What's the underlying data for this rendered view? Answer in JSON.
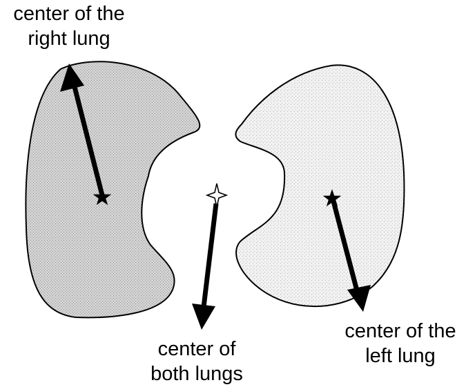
{
  "labels": {
    "right_lung": {
      "line1": "center of the",
      "line2": "right lung"
    },
    "both_lungs": {
      "line1": "center of",
      "line2": "both lungs"
    },
    "left_lung": {
      "line1": "center of the",
      "line2": "left lung"
    }
  },
  "colors": {
    "right_lung_fill": "#c9c9c9",
    "left_lung_fill": "#ececec",
    "outline": "#000000",
    "arrow": "#000000",
    "background": "#ffffff"
  },
  "icons": {
    "right_lung_center": "filled-star",
    "left_lung_center": "filled-star",
    "both_lungs_center": "four-point-star"
  }
}
